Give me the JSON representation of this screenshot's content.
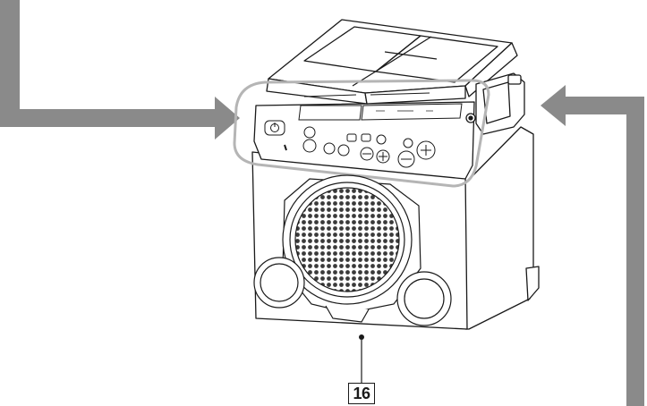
{
  "figure": {
    "callout_label": "16",
    "colors": {
      "arrow": "#8a8a8a",
      "line": "#1a1a1a",
      "highlight": "#b5b5b5",
      "speaker_grille": "#3a3a3a"
    },
    "parts": [
      "top-carry-handle",
      "control-panel",
      "side-handle",
      "speaker-grille",
      "woofer-left",
      "woofer-right",
      "feet"
    ]
  }
}
